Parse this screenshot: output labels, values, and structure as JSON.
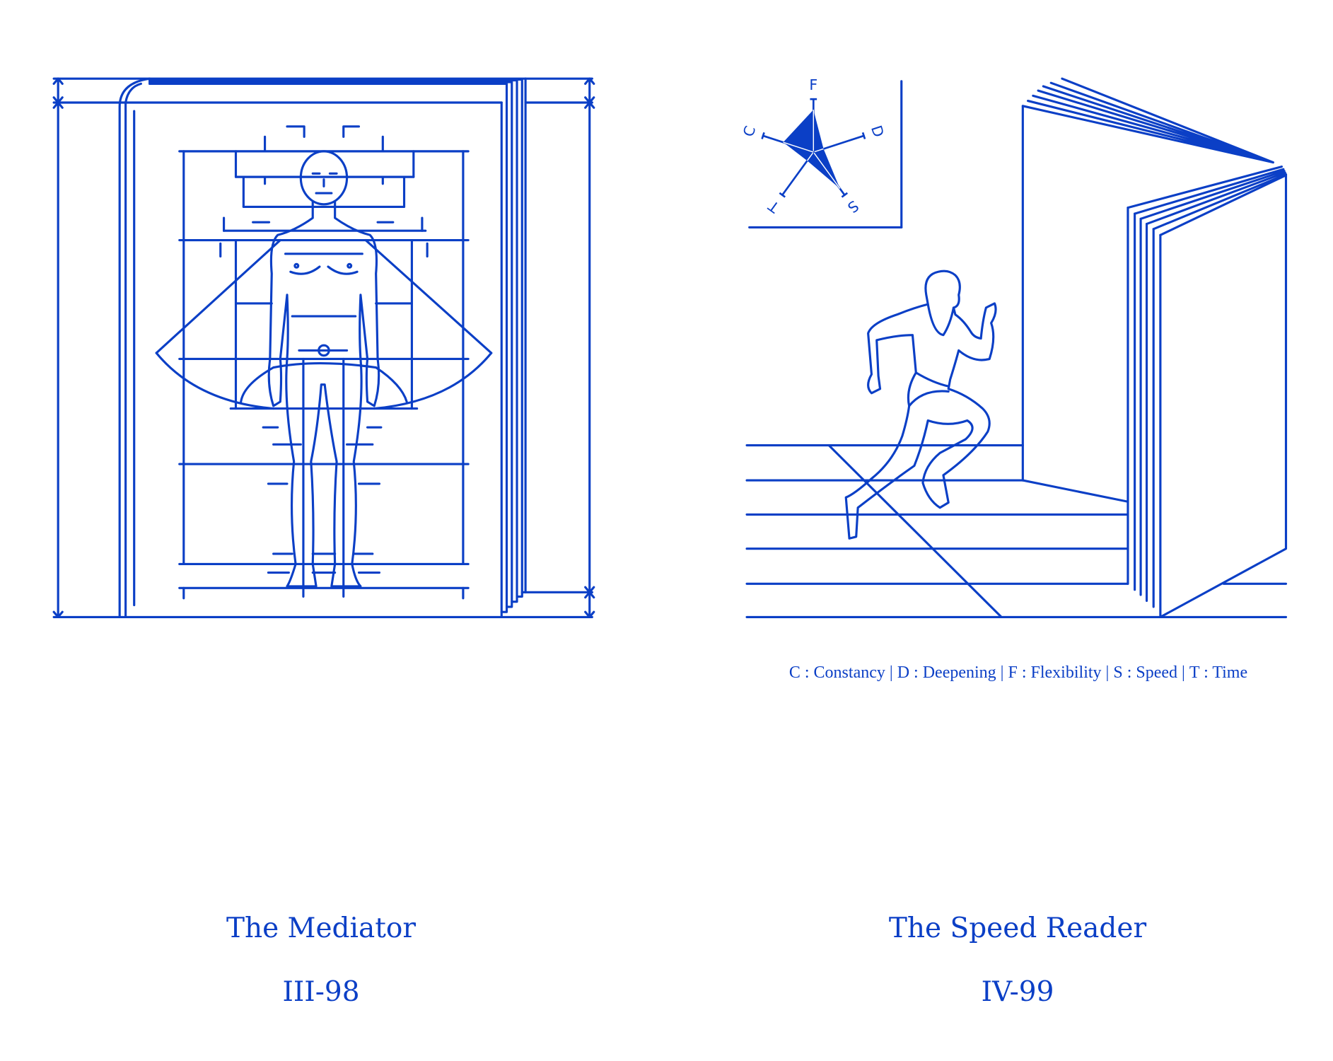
{
  "colors": {
    "ink": "#0b3fc6",
    "background": "#ffffff"
  },
  "left": {
    "title": "The Mediator",
    "code": "III-98"
  },
  "right": {
    "title": "The Speed Reader",
    "code": "IV-99",
    "radar": {
      "axes": [
        {
          "key": "F",
          "value": 0.8
        },
        {
          "key": "D",
          "value": 0.2
        },
        {
          "key": "S",
          "value": 0.85
        },
        {
          "key": "T",
          "value": 0.2
        },
        {
          "key": "C",
          "value": 0.6
        }
      ]
    },
    "legend": [
      {
        "key": "C",
        "label": "Constancy"
      },
      {
        "key": "D",
        "label": "Deepening"
      },
      {
        "key": "F",
        "label": "Flexibility"
      },
      {
        "key": "S",
        "label": "Speed"
      },
      {
        "key": "T",
        "label": "Time"
      }
    ]
  }
}
